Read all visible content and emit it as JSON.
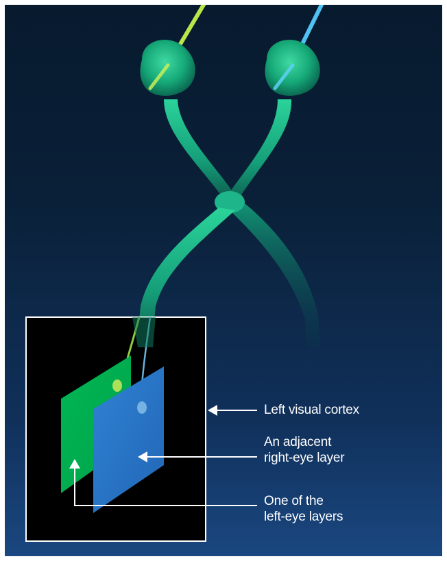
{
  "labels": {
    "left_visual_cortex": "Left visual cortex",
    "adjacent_right_eye_layer": [
      "An adjacent",
      "right-eye layer"
    ],
    "left_eye_layers": [
      "One of the",
      "left-eye layers"
    ]
  },
  "colors": {
    "background_top": "#071a2e",
    "background_bottom": "#1a4780",
    "left_eye_green": "#00b050",
    "right_eye_blue": "#2a78c8",
    "nerve_teal": "#1aa07a",
    "inset_frame": "#ffffff",
    "inset_background": "#000000"
  }
}
